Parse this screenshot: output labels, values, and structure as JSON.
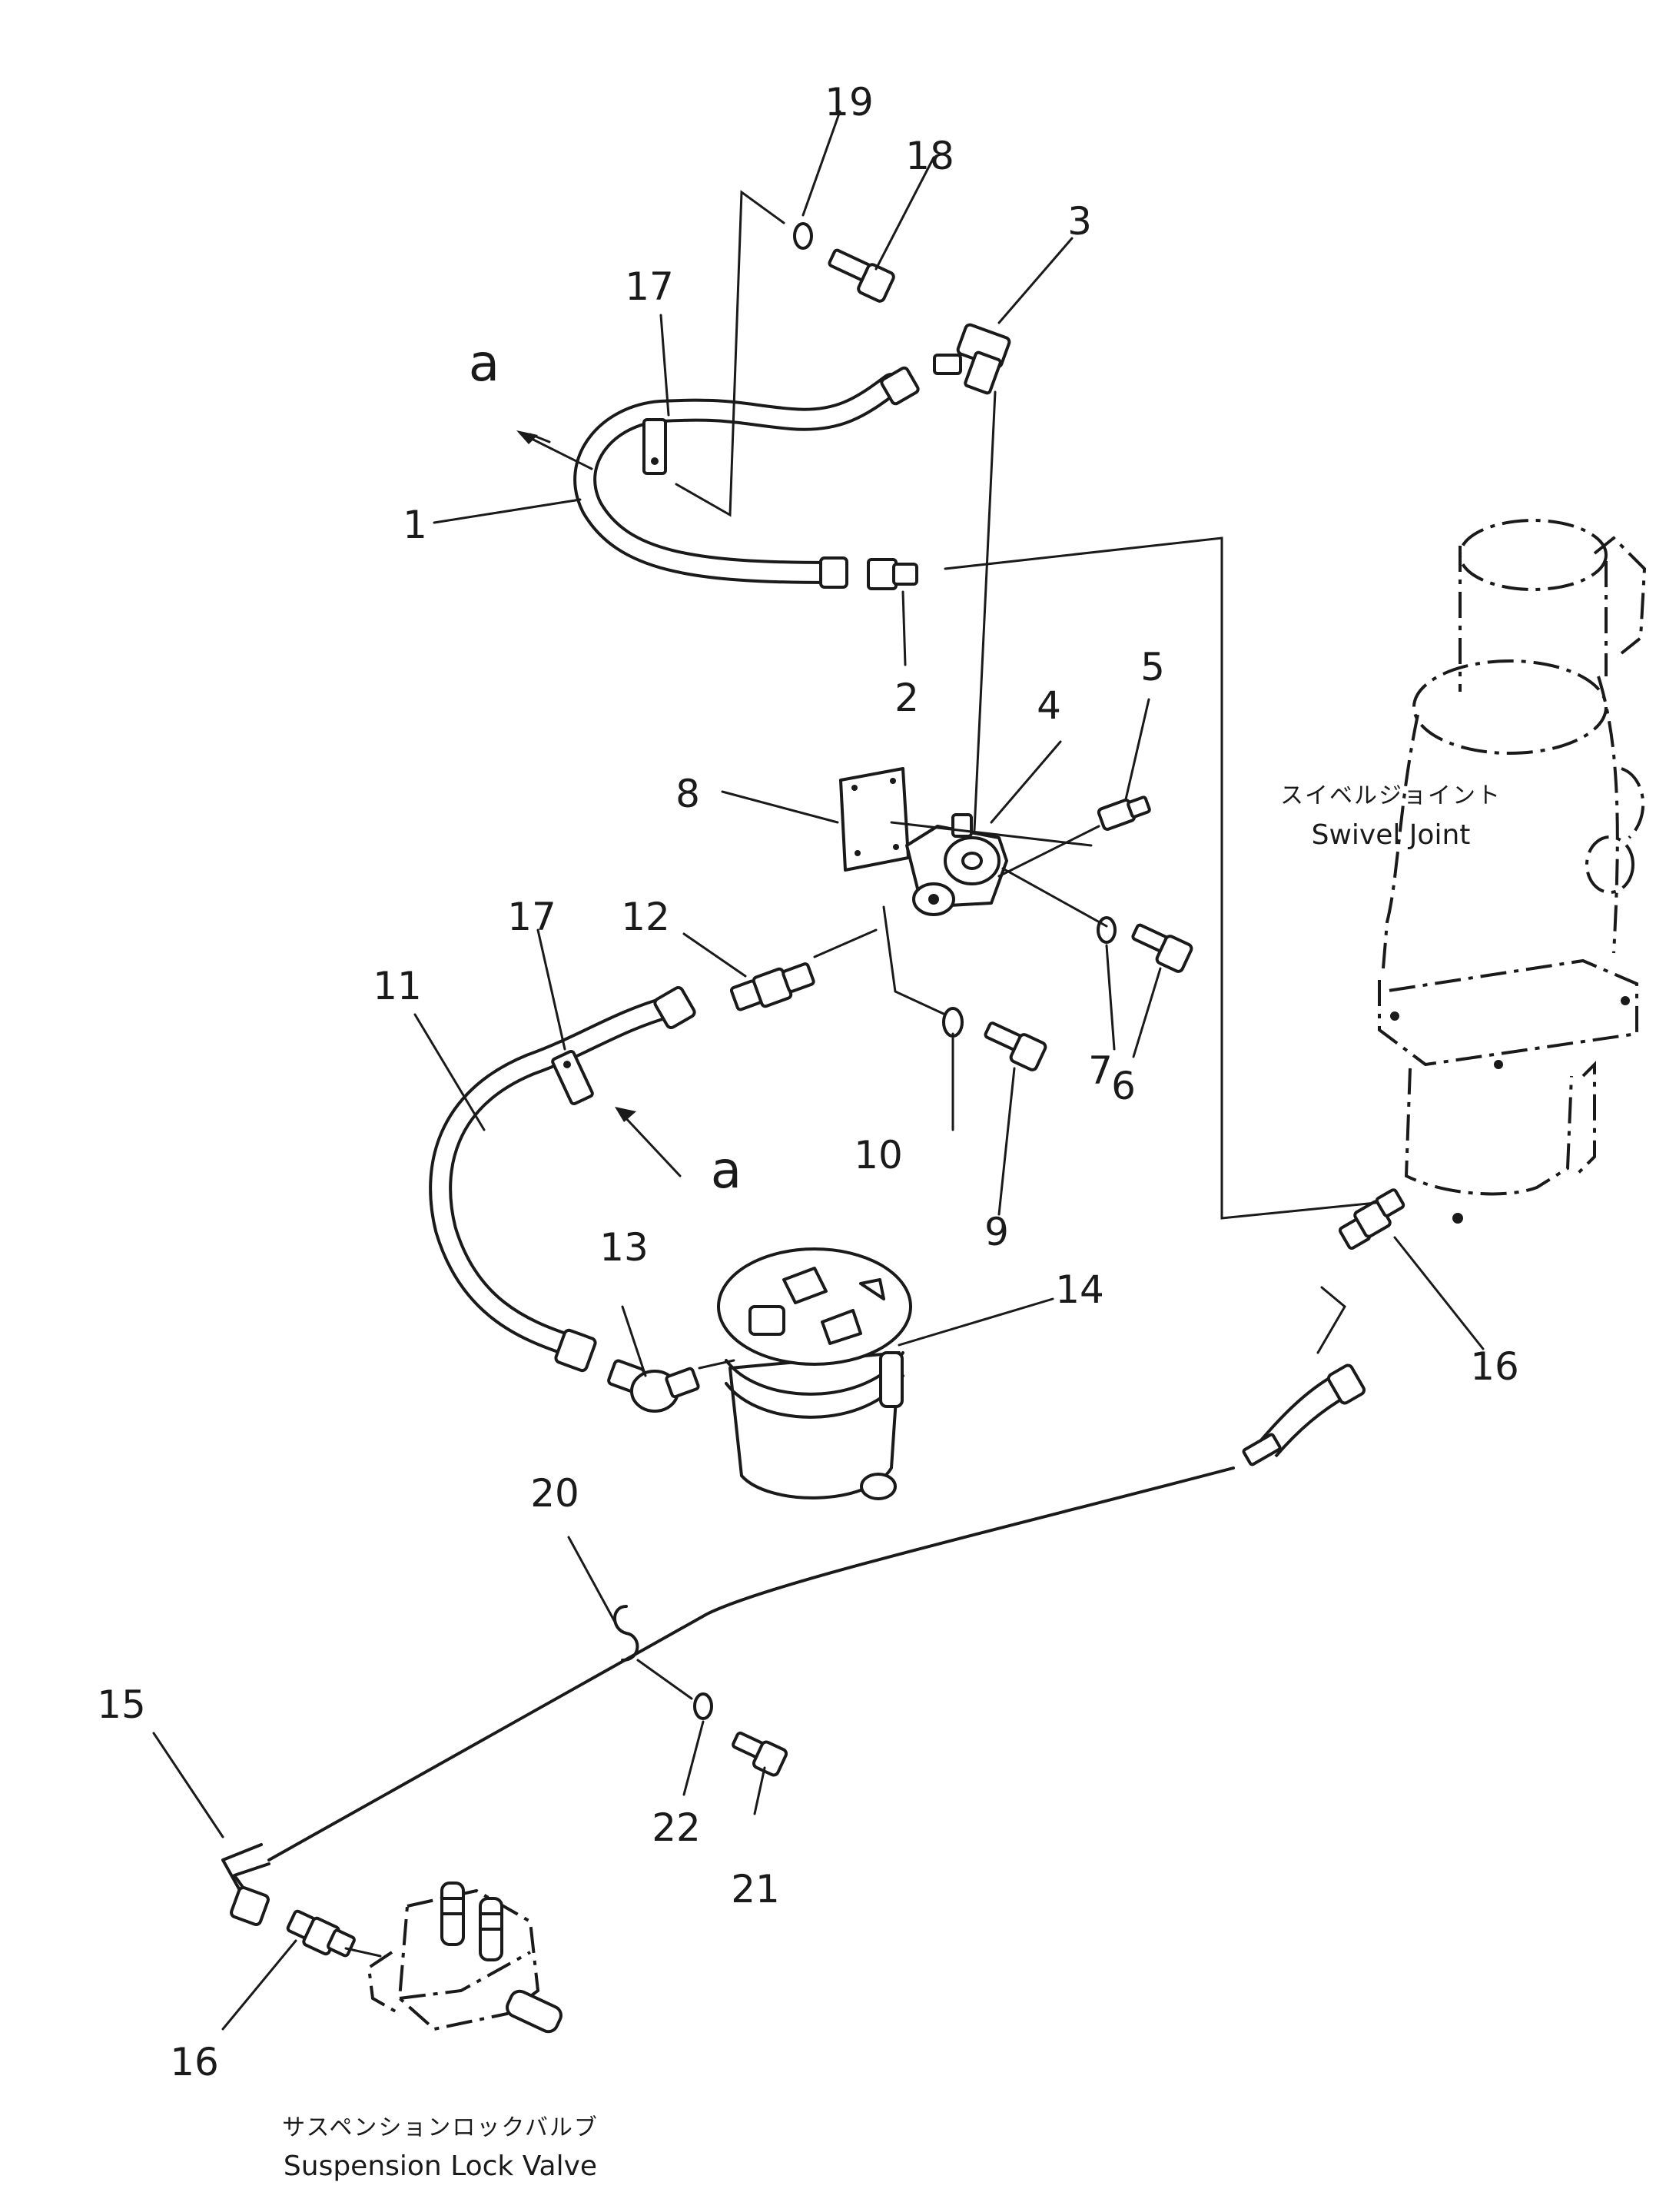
{
  "labels": {
    "n1": "1",
    "n2": "2",
    "n3": "3",
    "n4": "4",
    "n5": "5",
    "n6": "6",
    "n7": "7",
    "n8": "8",
    "n9": "9",
    "n10": "10",
    "n11": "11",
    "n12": "12",
    "n13": "13",
    "n14": "14",
    "n15": "15",
    "n16a": "16",
    "n16b": "16",
    "n17a": "17",
    "n17b": "17",
    "n18": "18",
    "n19": "19",
    "n20": "20",
    "n21": "21",
    "n22": "22",
    "a1": "a",
    "a2": "a"
  },
  "swivel_joint": {
    "jp": "スイベルジョイント",
    "en": "Swivel Joint"
  },
  "suspension_lock_valve": {
    "jp": "サスペンションロックバルブ",
    "en": "Suspension Lock Valve"
  }
}
